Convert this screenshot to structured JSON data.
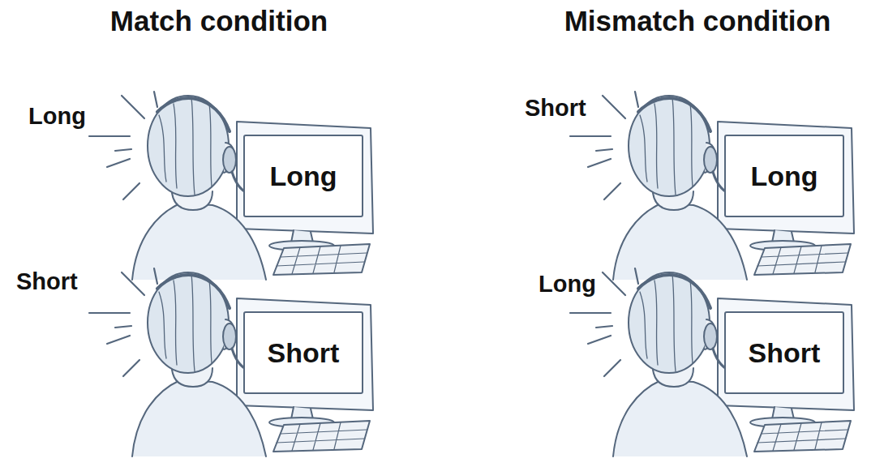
{
  "diagram": {
    "nodes": [
      {
        "text": [
          "Long"
        ]
      },
      {
        "text": [
          "Short"
        ]
      },
      {
        "text": [
          "Long"
        ]
      },
      {
        "text": [
          "Short"
        ]
      }
    ],
    "labels": [
      "Match condition",
      "Mismatch condition",
      "Long",
      "Short",
      "Short",
      "Long"
    ]
  }
}
